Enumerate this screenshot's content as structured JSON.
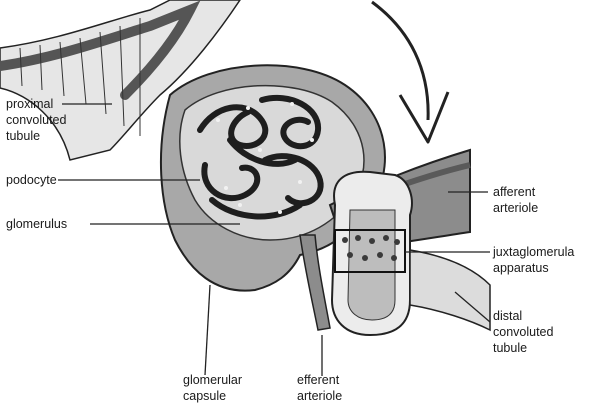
{
  "labels": {
    "proximal": "proximal\nconvoluted\ntubule",
    "podocyte": "podocyte",
    "glomerulus": "glomerulus",
    "capsule": "glomerular\ncapsule",
    "efferent": "efferent\narteriole",
    "afferent": "afferent\narteriole",
    "jga": "juxtaglomerula\napparatus",
    "distal": "distal\nconvoluted\ntubule"
  },
  "colors": {
    "ink": "#222222",
    "capsule_fill": "#a8a8a8",
    "tissue_fill": "#cfcfcf",
    "vessel_fill": "#8c8c8c",
    "cell_fill": "#ececec"
  }
}
